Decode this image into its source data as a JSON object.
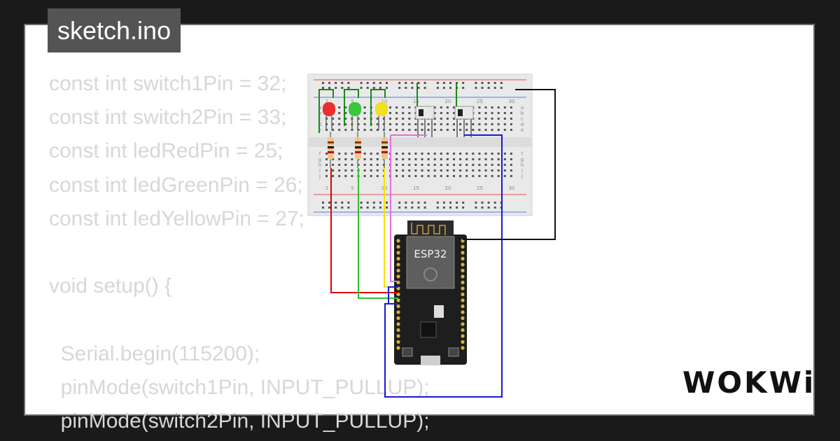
{
  "file_tab": {
    "label": "sketch.ino"
  },
  "code_lines": [
    "const int switch1Pin = 32;",
    "const int switch2Pin = 33;",
    "const int ledRedPin = 25;",
    "const int ledGreenPin = 26;",
    "const int ledYellowPin = 27;",
    "",
    "void setup() {",
    "",
    "  Serial.begin(115200);",
    "  pinMode(switch1Pin, INPUT_PULLUP);",
    "  pinMode(switch2Pin, INPUT_PULLUP);"
  ],
  "breadboard": {
    "column_numbers": [
      "1",
      "5",
      "10",
      "15",
      "20",
      "25",
      "30"
    ],
    "row_letters_top": [
      "a",
      "b",
      "c",
      "d",
      "e"
    ],
    "row_letters_bottom": [
      "f",
      "g",
      "h",
      "i",
      "j"
    ]
  },
  "board": {
    "label": "ESP32"
  },
  "logo": {
    "text": "WOKWi"
  },
  "colors": {
    "wire_red": "#e60000",
    "wire_green": "#2ec32e",
    "wire_yellow": "#f2e600",
    "wire_pink": "#e070e0",
    "wire_blue": "#1a1ad6",
    "wire_black": "#111111",
    "led_red": "#e83030",
    "led_green": "#3cc63c",
    "led_yellow": "#f0e020"
  }
}
